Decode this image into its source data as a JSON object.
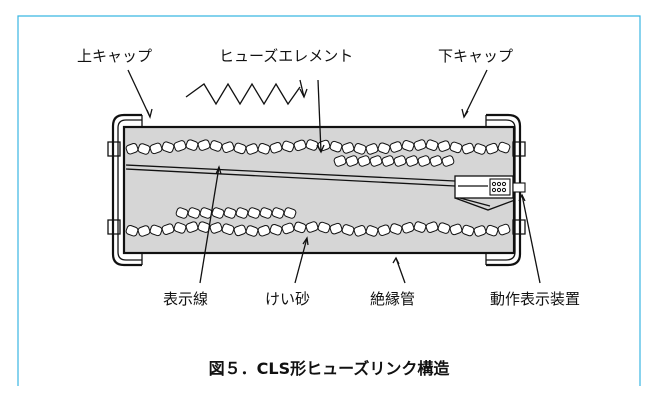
{
  "labels": {
    "upper_cap": "上キャップ",
    "fuse_element": "ヒューズエレメント",
    "lower_cap": "下キャップ",
    "indicator_wire": "表示線",
    "silica_sand": "けい砂",
    "insulating_tube": "絶縁管",
    "operation_indicator": "動作表示装置"
  },
  "caption": "図５．CLS形ヒューズリンク構造",
  "colors": {
    "frame": "#39b6e2",
    "fill": "#d6d6d6",
    "line": "#111111",
    "bead": "#ffffff"
  }
}
